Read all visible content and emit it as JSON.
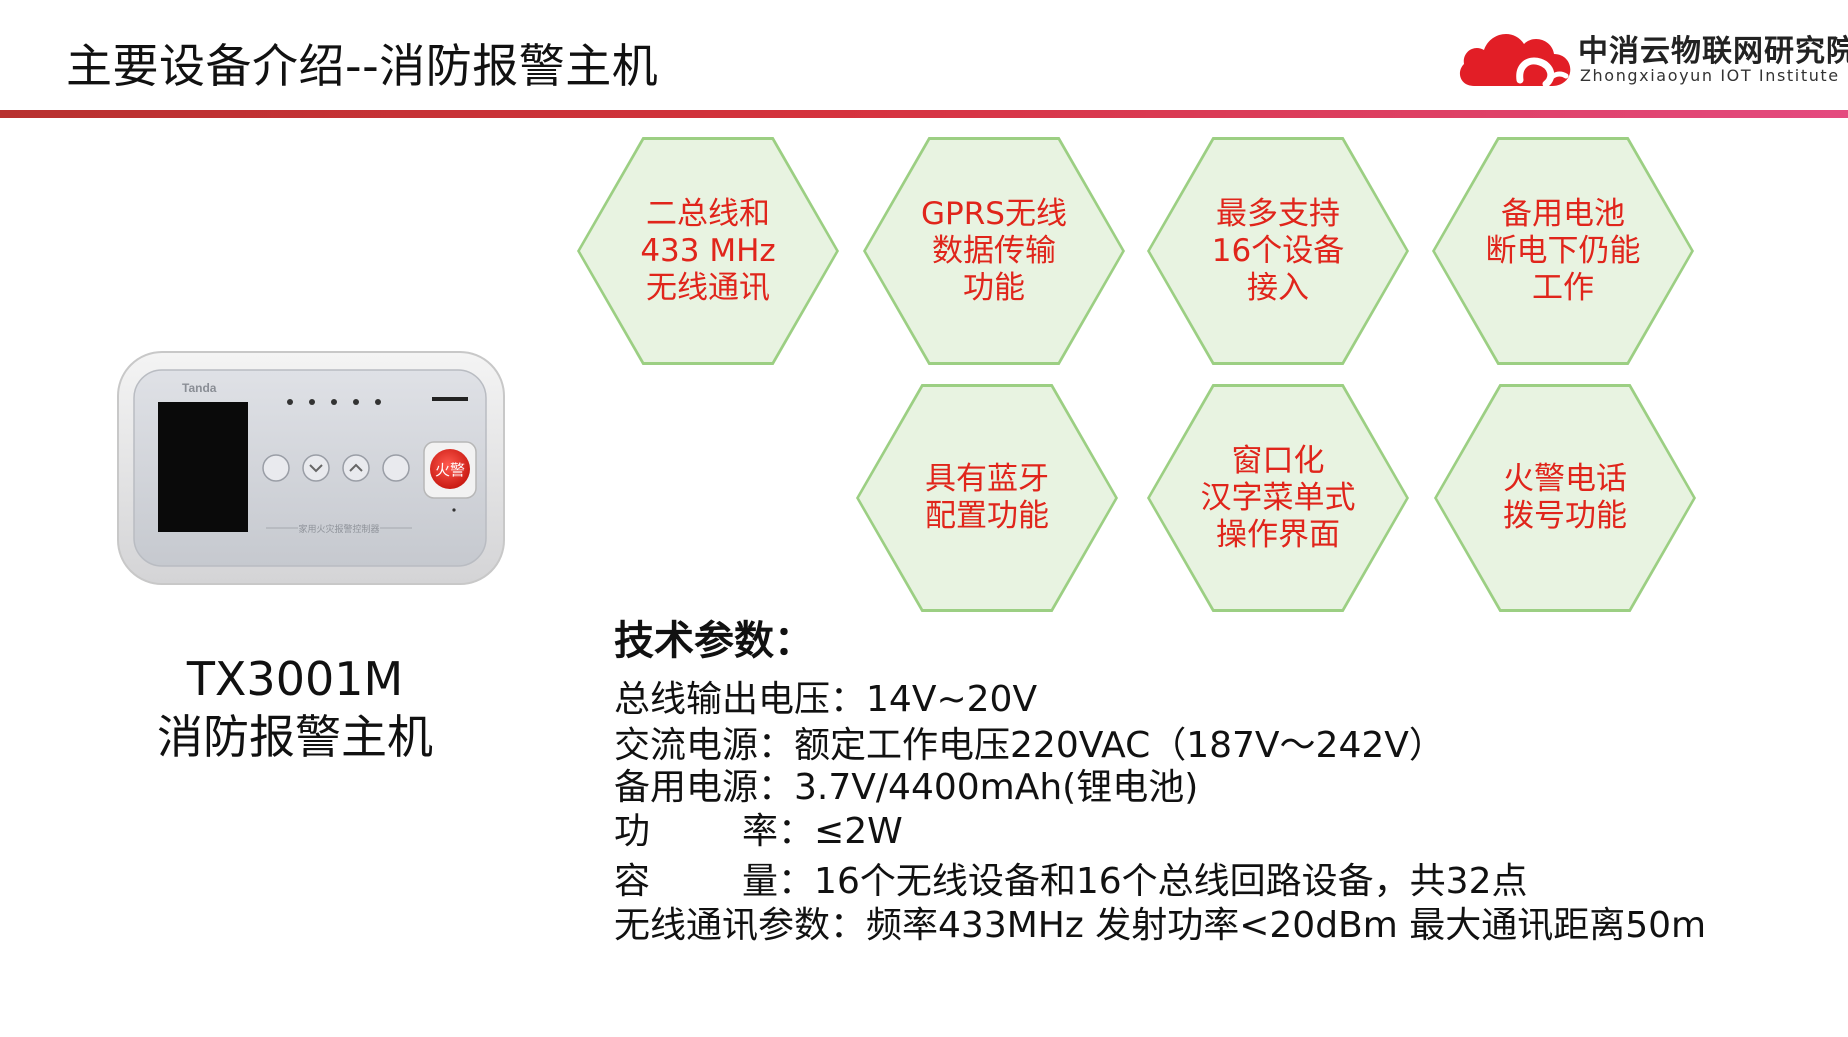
{
  "slide": {
    "title": "主要设备介绍--消防报警主机",
    "logo": {
      "name_cn": "中消云物联网研究院",
      "name_en": "Zhongxiaoyun IOT Institute"
    }
  },
  "device": {
    "brand": "Tanda",
    "panel_label": "家用火灾报警控制器",
    "alarm_button": "火警",
    "caption_model": "TX3001M",
    "caption_name": "消防报警主机"
  },
  "features": [
    "二总线和\n433 MHz\n无线通讯",
    "GPRS无线\n数据传输\n功能",
    "最多支持\n16个设备\n接入",
    "备用电池\n断电下仍能\n工作",
    "具有蓝牙\n配置功能",
    "窗口化\n汉字菜单式\n操作界面",
    "火警电话\n拨号功能"
  ],
  "specs": {
    "heading": "技术参数：",
    "rows": [
      {
        "key": "总线输出电压",
        "value": "14V~20V"
      },
      {
        "key": "交流电源",
        "value": "额定工作电压220VAC（187V～242V）"
      },
      {
        "key": "备用电源",
        "value": "3.7V/4400mAh(锂电池)"
      },
      {
        "key_a": "功",
        "key_b": "率",
        "value": "≤2W"
      },
      {
        "key_a": "容",
        "key_b": "量",
        "value": "16个无线设备和16个总线回路设备，共32点"
      },
      {
        "key": "无线通讯参数",
        "value": "频率433MHz   发射功率<20dBm 最大通讯距离50m"
      }
    ]
  },
  "colors": {
    "accent_red": "#e0251b",
    "hex_fill": "#e8f3e1",
    "hex_border": "#9ccf83"
  }
}
